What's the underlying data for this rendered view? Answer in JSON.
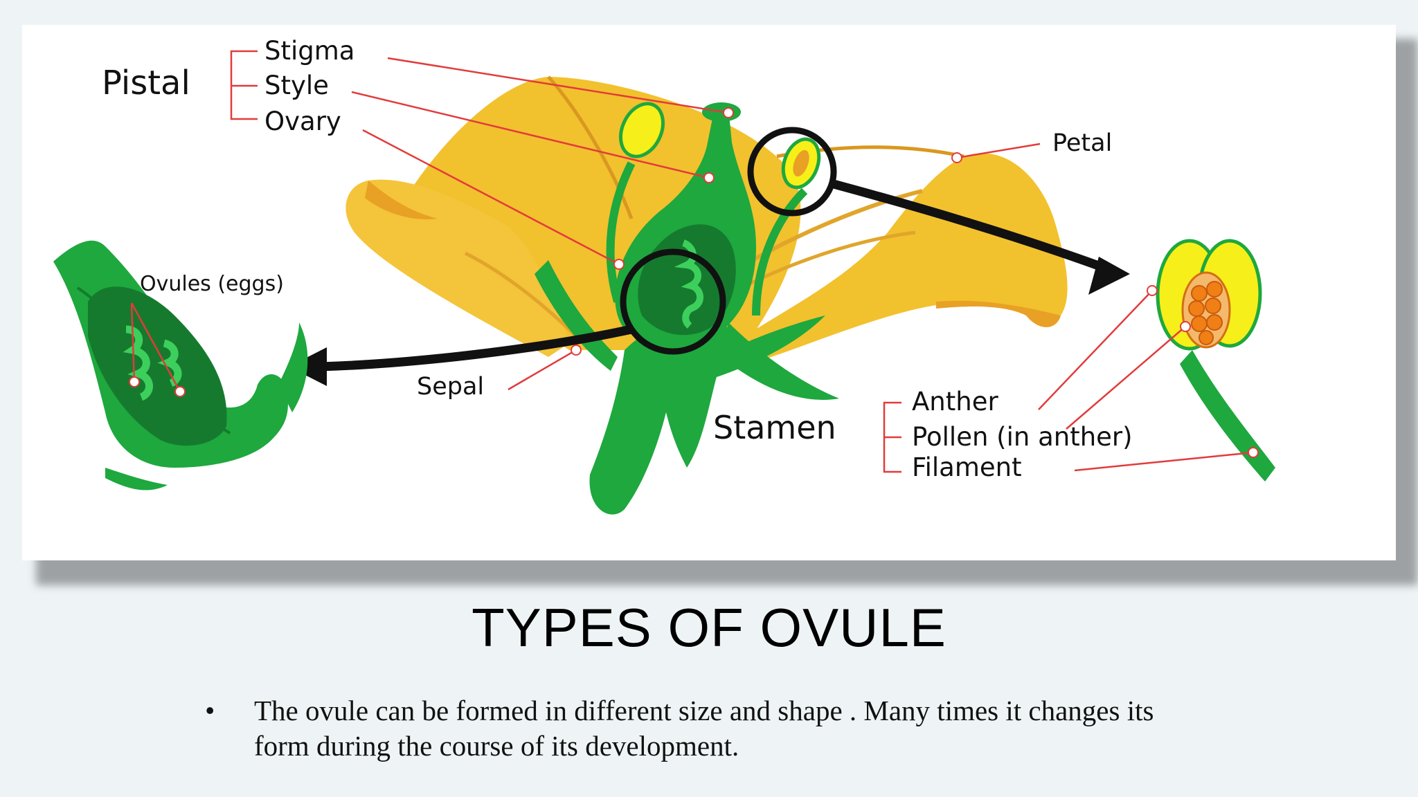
{
  "diagram": {
    "labels": {
      "pistal": "Pistal",
      "stigma": "Stigma",
      "style": "Style",
      "ovary": "Ovary",
      "ovules": "Ovules (eggs)",
      "sepal": "Sepal",
      "petal": "Petal",
      "stamen": "Stamen",
      "anther": "Anther",
      "pollen": "Pollen (in anther)",
      "filament": "Filament"
    },
    "colors": {
      "petal": "#f2c12e",
      "petal_shade": "#e8a025",
      "green": "#1ea83e",
      "dark_green": "#157a2e",
      "anther": "#f6ef19",
      "pollen": "#f07f16",
      "leader_line": "#e23b3b"
    }
  },
  "slide": {
    "title": "TYPES OF OVULE",
    "bullet_symbol": "•",
    "bullet_text": "The ovule can be formed in different size and shape . Many times it changes its form during the course of its development."
  }
}
